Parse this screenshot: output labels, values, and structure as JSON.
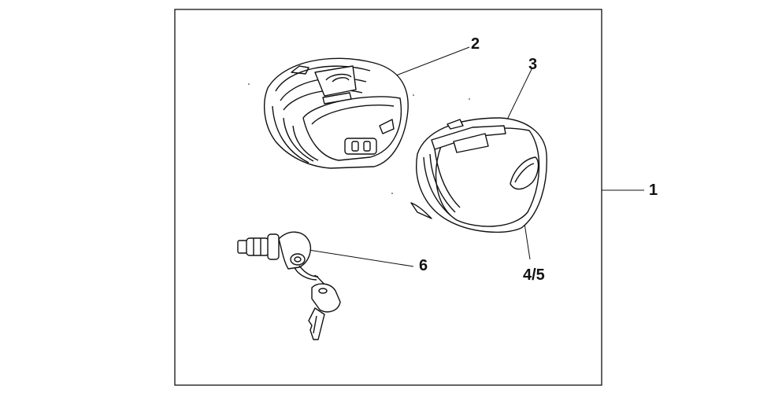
{
  "diagram": {
    "callouts": {
      "kit": "1",
      "left_case": "2",
      "right_case": "3",
      "emblem": "4/5",
      "key_cylinder": "6"
    },
    "colors": {
      "ink": "#111111",
      "paper": "#ffffff"
    }
  }
}
